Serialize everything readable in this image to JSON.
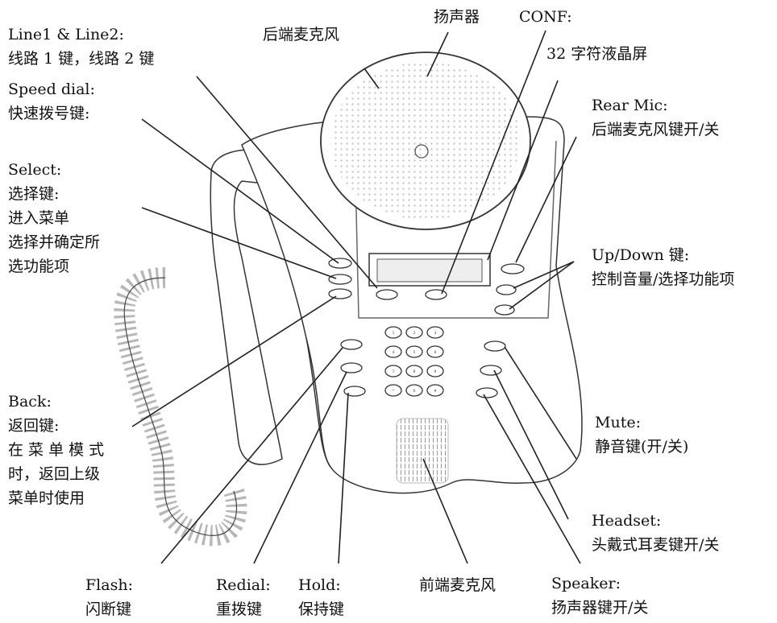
{
  "callouts": {
    "line_keys": {
      "title": "Line1 & Line2:",
      "lines": [
        "线路 1 键，线路 2 键"
      ]
    },
    "rear_mic_top": {
      "title": "后端麦克风",
      "lines": []
    },
    "speaker_top": {
      "title": "扬声器",
      "lines": []
    },
    "conf": {
      "title": "CONF:",
      "lines": []
    },
    "lcd": {
      "title": "32 字符液晶屏",
      "lines": []
    },
    "speed_dial": {
      "title": "Speed dial:",
      "lines": [
        "快速拨号键:"
      ]
    },
    "rear_mic_key": {
      "title": "Rear Mic:",
      "lines": [
        "后端麦克风键开/关"
      ]
    },
    "select": {
      "title": "Select:",
      "lines": [
        "选择键:",
        "进入菜单",
        "选择并确定所",
        "选功能项"
      ]
    },
    "updown": {
      "title": "Up/Down 键:",
      "lines": [
        "控制音量/选择功能项"
      ]
    },
    "back": {
      "title": "Back:",
      "lines": [
        "返回键:",
        "在 菜 单 模 式",
        "时，返回上级",
        "菜单时使用"
      ]
    },
    "mute": {
      "title": "Mute:",
      "lines": [
        "静音键(开/关)"
      ]
    },
    "headset": {
      "title": "Headset:",
      "lines": [
        "头戴式耳麦键开/关"
      ]
    },
    "flash": {
      "title": "Flash:",
      "lines": [
        "闪断键"
      ]
    },
    "redial": {
      "title": "Redial:",
      "lines": [
        "重拨键"
      ]
    },
    "hold": {
      "title": "Hold:",
      "lines": [
        "保持键"
      ]
    },
    "front_mic": {
      "title": "前端麦克风",
      "lines": []
    },
    "speaker_key": {
      "title": "Speaker:",
      "lines": [
        "扬声器键开/关"
      ]
    }
  },
  "keypad": {
    "keys": [
      "1",
      "2",
      "3",
      "4",
      "5",
      "6",
      "7",
      "8",
      "9",
      "*",
      "0",
      "#"
    ]
  }
}
